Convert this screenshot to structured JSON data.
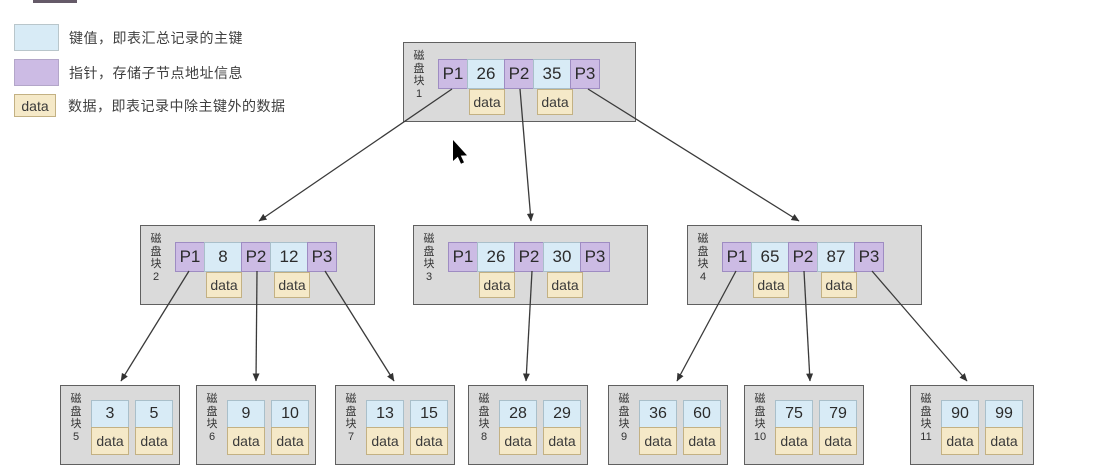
{
  "legend": {
    "items": [
      {
        "type": "key",
        "swatch_text": "",
        "label": "键值，即表汇总记录的主键"
      },
      {
        "type": "pointer",
        "swatch_text": "",
        "label": "指针，存储子节点地址信息"
      },
      {
        "type": "data",
        "swatch_text": "data",
        "label": "数据，即表记录中除主键外的数据"
      }
    ]
  },
  "labels": {
    "disk_block": [
      "磁",
      "盘",
      "块"
    ]
  },
  "colors": {
    "key_fill": "#d8ebf6",
    "key_border": "#a9bfca",
    "pointer_fill": "#ccbbe4",
    "pointer_border": "#9e8cc2",
    "data_fill": "#f5e9c8",
    "data_border": "#c3b183",
    "node_fill": "#dadada",
    "node_border": "#606060",
    "arrow": "#3a3a3a"
  },
  "tree": {
    "internal": [
      {
        "number": "1",
        "cells": [
          "P1",
          "26",
          "P2",
          "35",
          "P3"
        ],
        "data": [
          "data",
          "data"
        ]
      },
      {
        "number": "2",
        "cells": [
          "P1",
          "8",
          "P2",
          "12",
          "P3"
        ],
        "data": [
          "data",
          "data"
        ]
      },
      {
        "number": "3",
        "cells": [
          "P1",
          "26",
          "P2",
          "30",
          "P3"
        ],
        "data": [
          "data",
          "data"
        ]
      },
      {
        "number": "4",
        "cells": [
          "P1",
          "65",
          "P2",
          "87",
          "P3"
        ],
        "data": [
          "data",
          "data"
        ]
      }
    ],
    "leaves": [
      {
        "number": "5",
        "keys": [
          "3",
          "5"
        ],
        "data": [
          "data",
          "data"
        ]
      },
      {
        "number": "6",
        "keys": [
          "9",
          "10"
        ],
        "data": [
          "data",
          "data"
        ]
      },
      {
        "number": "7",
        "keys": [
          "13",
          "15"
        ],
        "data": [
          "data",
          "data"
        ]
      },
      {
        "number": "8",
        "keys": [
          "28",
          "29"
        ],
        "data": [
          "data",
          "data"
        ]
      },
      {
        "number": "9",
        "keys": [
          "36",
          "60"
        ],
        "data": [
          "data",
          "data"
        ]
      },
      {
        "number": "10",
        "keys": [
          "75",
          "79"
        ],
        "data": [
          "data",
          "data"
        ]
      },
      {
        "number": "11",
        "keys": [
          "90",
          "99"
        ],
        "data": [
          "data",
          "data"
        ]
      }
    ],
    "connections": [
      {
        "from": "block1.P1",
        "to": "block2"
      },
      {
        "from": "block1.P2",
        "to": "block3"
      },
      {
        "from": "block1.P3",
        "to": "block4"
      },
      {
        "from": "block2.P1",
        "to": "block5"
      },
      {
        "from": "block2.P2",
        "to": "block6"
      },
      {
        "from": "block2.P3",
        "to": "block7"
      },
      {
        "from": "block3.P2",
        "to": "block8"
      },
      {
        "from": "block4.P1",
        "to": "block9"
      },
      {
        "from": "block4.P2",
        "to": "block10"
      },
      {
        "from": "block4.P3",
        "to": "block11"
      }
    ]
  },
  "cursor": {
    "present": "true"
  }
}
